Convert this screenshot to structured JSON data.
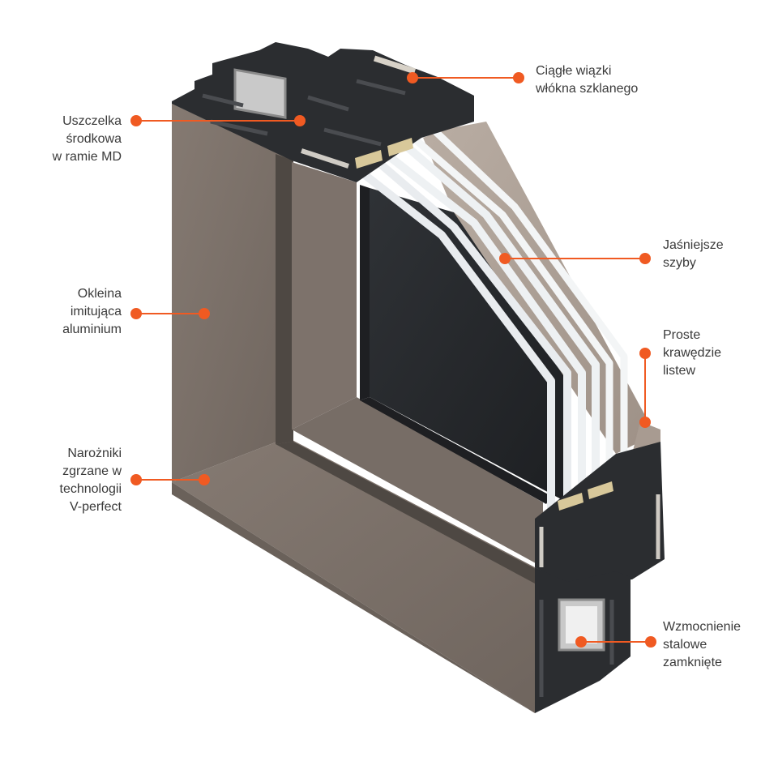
{
  "accent_color": "#f05a22",
  "frame_color": "#7b716a",
  "profile_color": "#2b2d30",
  "callouts": {
    "fiber": "Ciągłe wiązki\nwłókna szklanego",
    "gasket": "Uszczelka\nśrodkowa\nw ramie MD",
    "glass": "Jaśniejsze\nszyby",
    "edges": "Proste\nkrawędzie\nlistew",
    "foil": "Okleina\nimitująca\naluminium",
    "corners": "Narożniki\nzgrzane w\ntechnologii\nV-perfect",
    "steel": "Wzmocnienie\nstalowe\nzamknięte"
  }
}
